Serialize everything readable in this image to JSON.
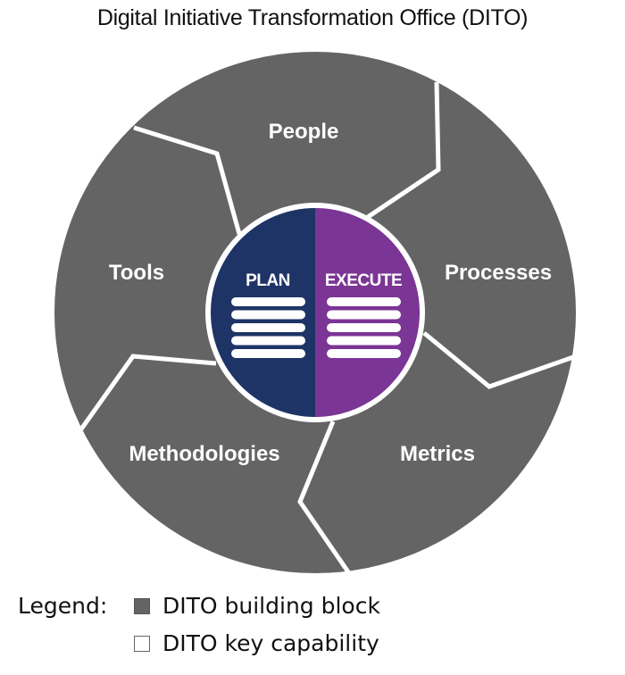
{
  "title": "Digital Initiative Transformation Office (DITO)",
  "colors": {
    "building_block": "#646464",
    "divider": "#ffffff",
    "plan": "#1e3466",
    "execute": "#7b3595",
    "text_light": "#ffffff"
  },
  "building_blocks": [
    {
      "label": "People"
    },
    {
      "label": "Processes"
    },
    {
      "label": "Metrics"
    },
    {
      "label": "Methodologies"
    },
    {
      "label": "Tools"
    }
  ],
  "core": {
    "left": {
      "label": "PLAN",
      "list_icon": "list-lines-icon",
      "lines": 5
    },
    "right": {
      "label": "EXECUTE",
      "list_icon": "list-lines-icon",
      "lines": 5
    }
  },
  "legend": {
    "title": "Legend:",
    "items": [
      {
        "label": "DITO building block",
        "swatch": "filled-square"
      },
      {
        "label": "DITO key capability",
        "swatch": "empty-square"
      }
    ]
  }
}
